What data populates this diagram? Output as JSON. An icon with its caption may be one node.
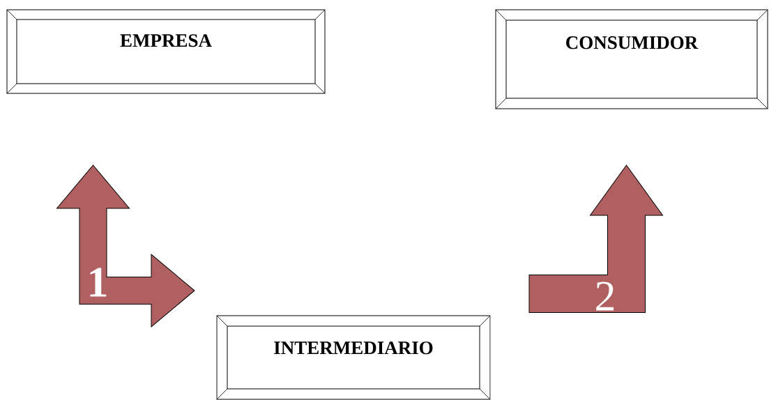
{
  "diagram": {
    "nodes": [
      {
        "text": [
          "EMPRESA"
        ]
      },
      {
        "text": [
          "CONSUMIDOR"
        ]
      },
      {
        "text": [
          "INTERMEDIARIO"
        ]
      }
    ],
    "edges": [
      {
        "from": 0,
        "to": 2,
        "arrow": "both",
        "label": "1"
      },
      {
        "from": 2,
        "to": 1,
        "arrow": "to",
        "label": "2"
      }
    ]
  }
}
